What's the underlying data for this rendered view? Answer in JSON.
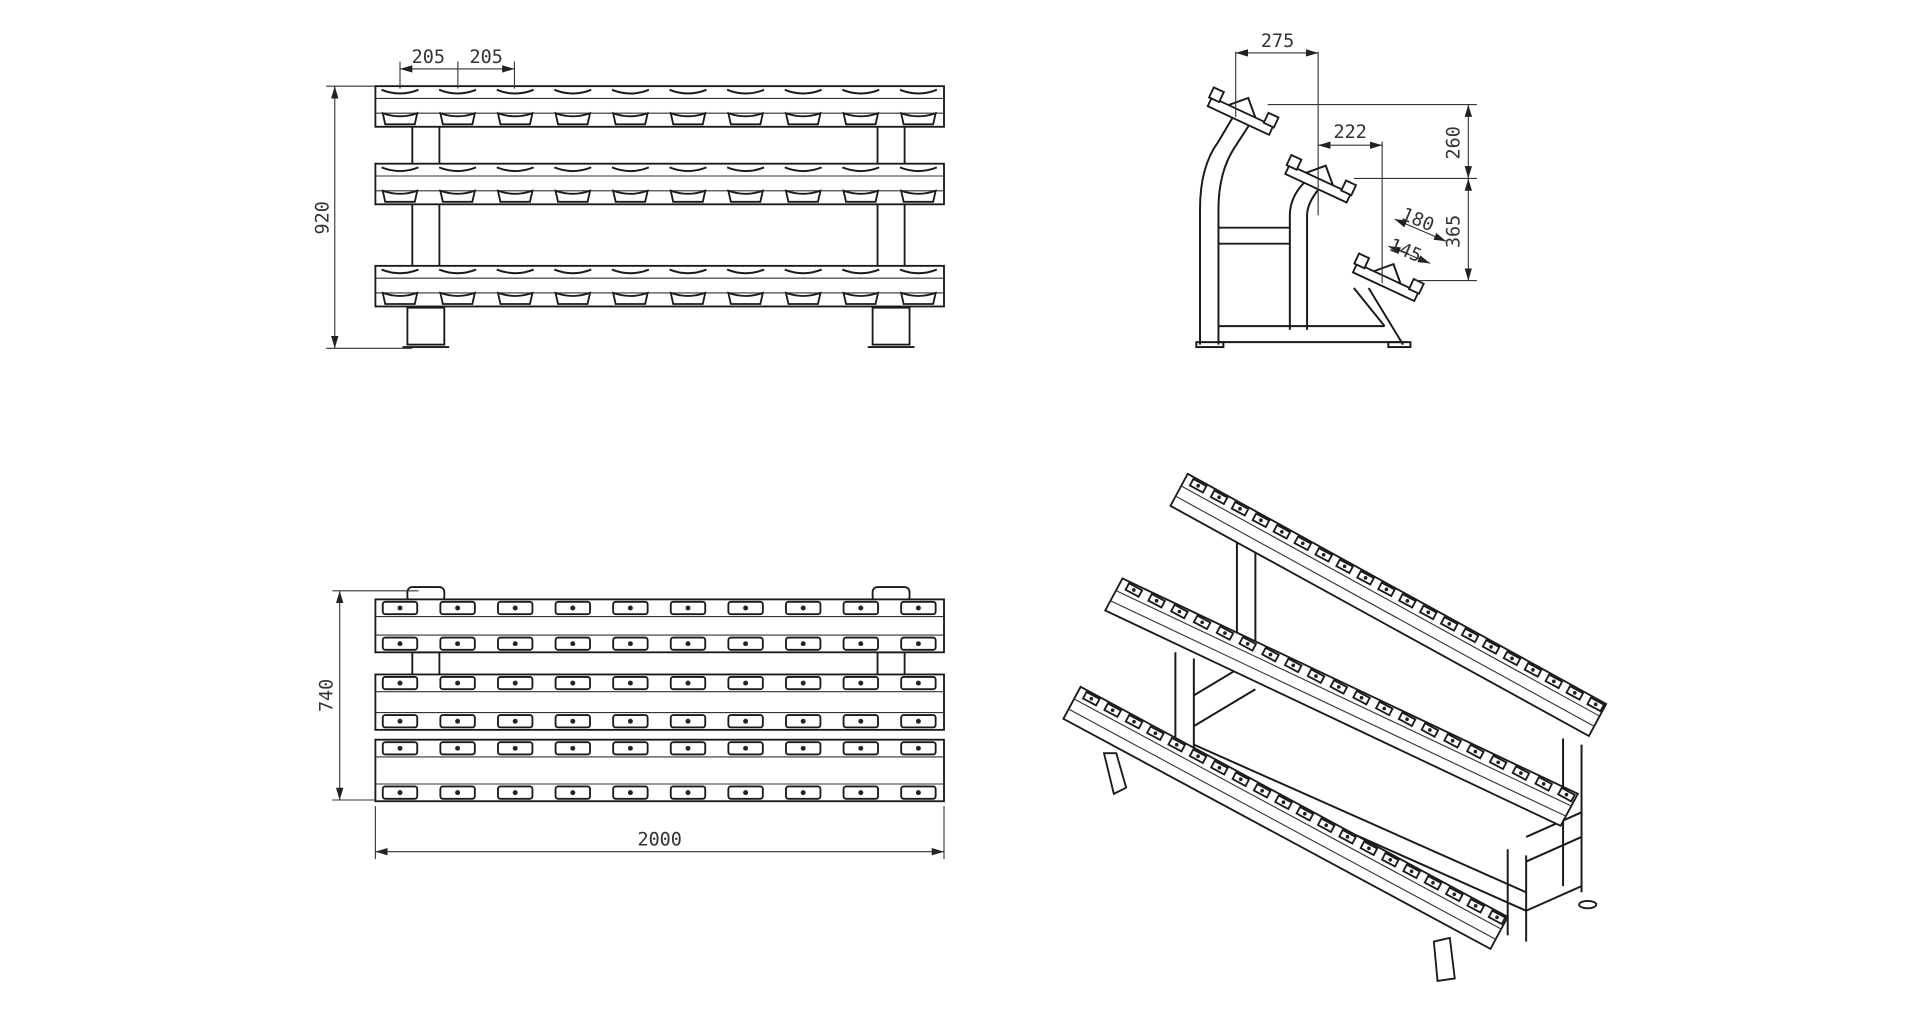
{
  "colors": {
    "line": "#1a1a1a",
    "background": "#ffffff"
  },
  "views": {
    "front": {
      "dims": {
        "spacing_a": "205",
        "spacing_b": "205",
        "height": "920"
      },
      "tiers": 3,
      "cradles_per_tier": 10
    },
    "side": {
      "dims": {
        "top_offset": "275",
        "mid_offset": "222",
        "upper_rise": "260",
        "lower_rise": "365",
        "cradle_outer": "180",
        "cradle_inner": "145"
      }
    },
    "top": {
      "dims": {
        "depth": "740",
        "length": "2000"
      },
      "tiers": 3,
      "cradles_per_tier": 10
    },
    "iso": {
      "tiers": 3,
      "cradles_per_tier": 10
    }
  }
}
